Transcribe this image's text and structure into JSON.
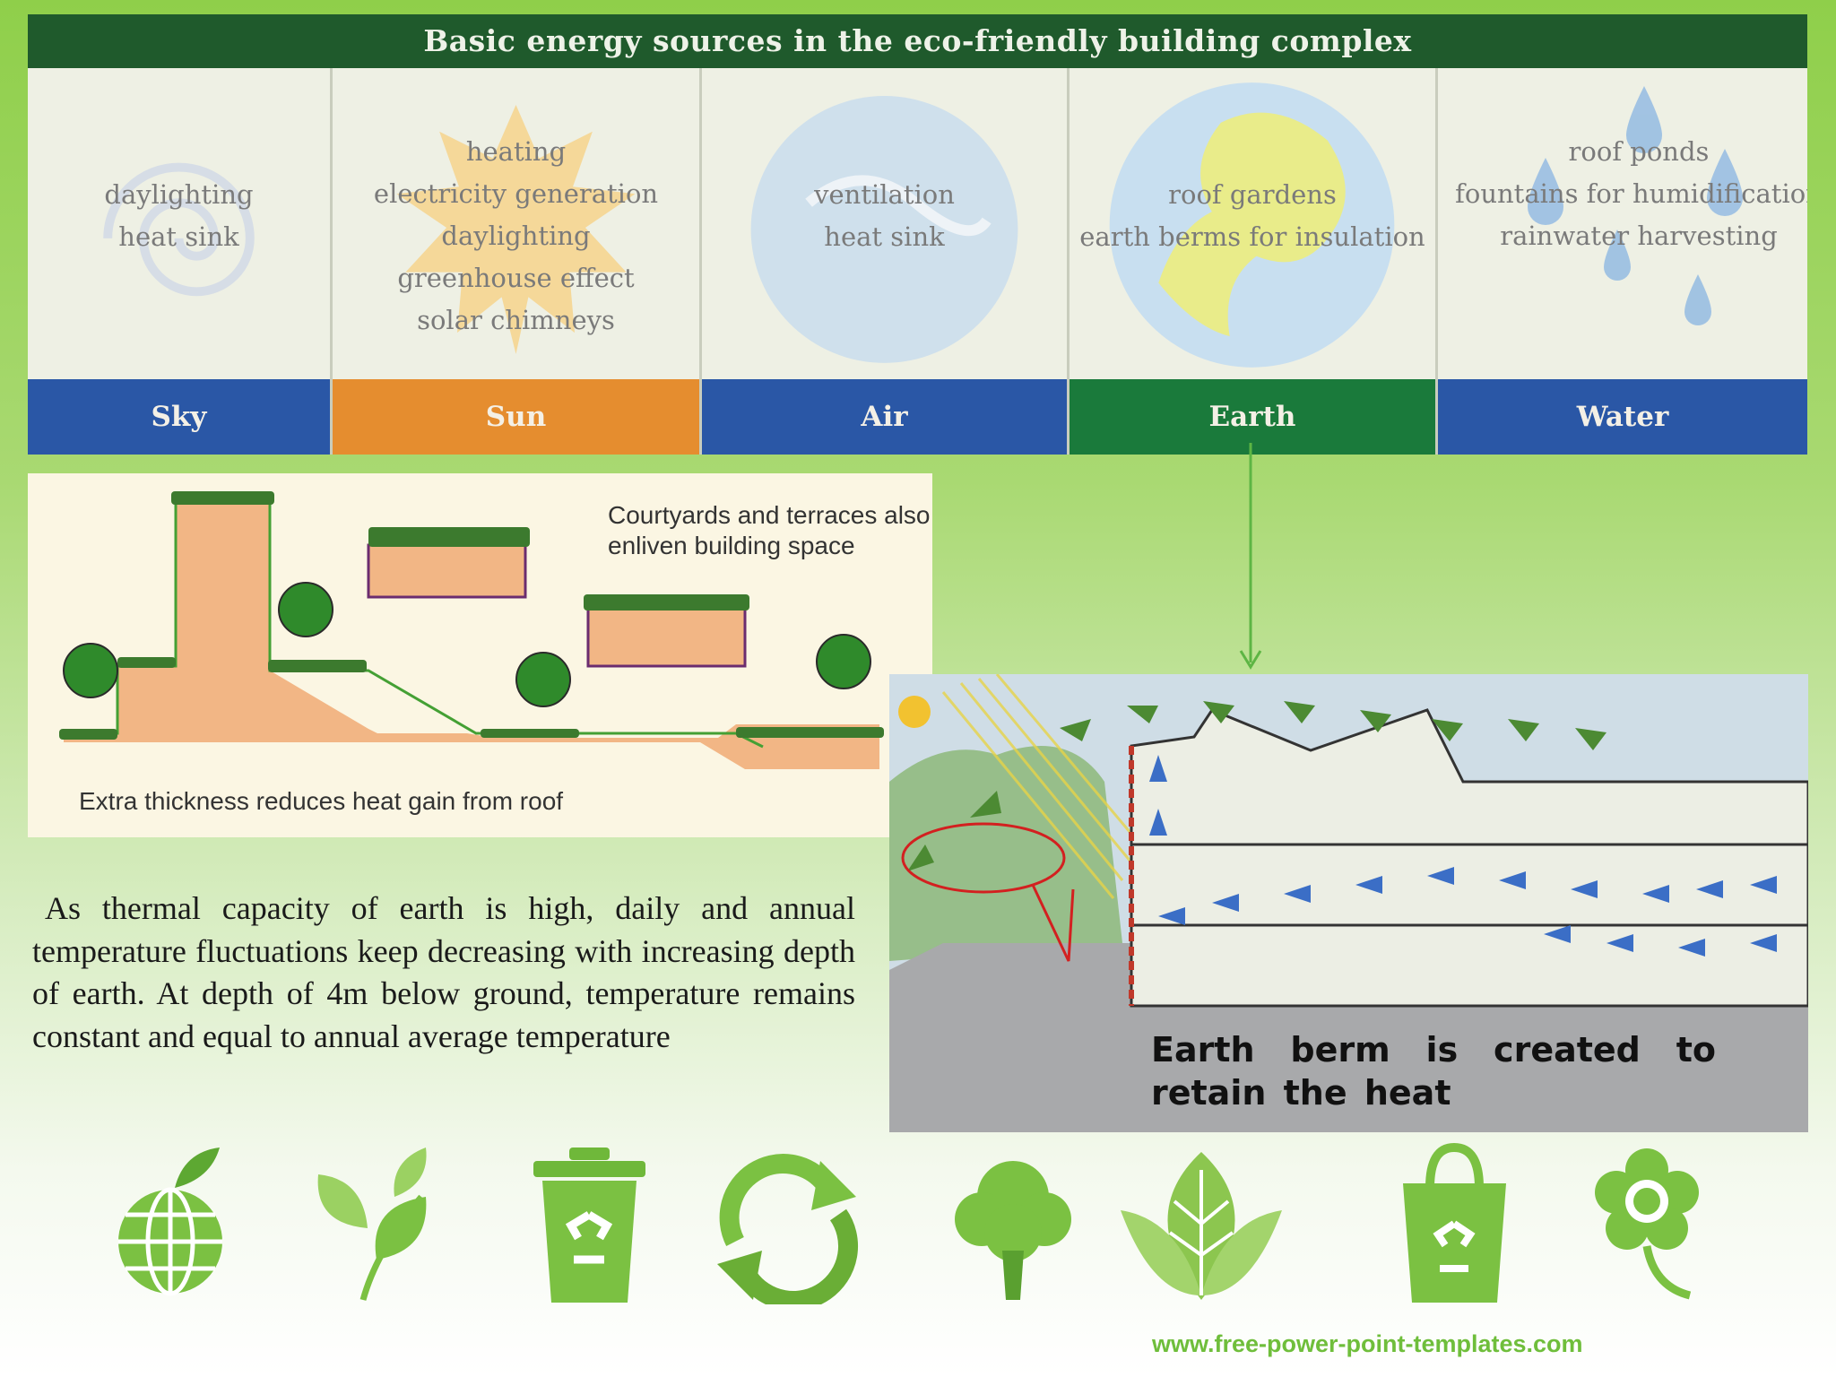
{
  "banner": {
    "title": "Basic energy sources in the eco-friendly building complex",
    "columns": [
      {
        "label": "Sky",
        "color": "#2a57a6",
        "lines": [
          "daylighting",
          "heat sink"
        ]
      },
      {
        "label": "Sun",
        "color": "#e58d2f",
        "lines": [
          "heating",
          "electricity generation",
          "daylighting",
          "greenhouse effect",
          "solar chimneys"
        ]
      },
      {
        "label": "Air",
        "color": "#2a57a6",
        "lines": [
          "ventilation",
          "heat sink"
        ]
      },
      {
        "label": "Earth",
        "color": "#1a7a3b",
        "lines": [
          "roof gardens",
          "earth berms for insulation"
        ]
      },
      {
        "label": "Water",
        "color": "#2a57a6",
        "lines": [
          "roof ponds",
          "fountains for humidification",
          "rainwater harvesting"
        ]
      }
    ]
  },
  "terrace": {
    "note": "Courtyards and terraces also enliven building space",
    "caption": "Extra thickness reduces heat gain from roof"
  },
  "paragraph": "As thermal capacity of earth is high, daily and annual temperature fluctuations keep decreasing with increasing depth of earth. At depth of 4m below ground, temperature remains constant and equal to annual average temperature",
  "section": {
    "caption": "Earth berm is created to retain the heat"
  },
  "icons": [
    "globe-apple-icon",
    "leaves-icon",
    "recycle-bin-icon",
    "recycle-arrows-icon",
    "tree-icon",
    "leaf-icon",
    "recycle-bag-icon",
    "flower-icon"
  ],
  "footer": {
    "url": "www.free-power-point-templates.com"
  },
  "colors": {
    "accent_green": "#6fbe3b",
    "banner_title_bg": "#1f5a2c"
  }
}
